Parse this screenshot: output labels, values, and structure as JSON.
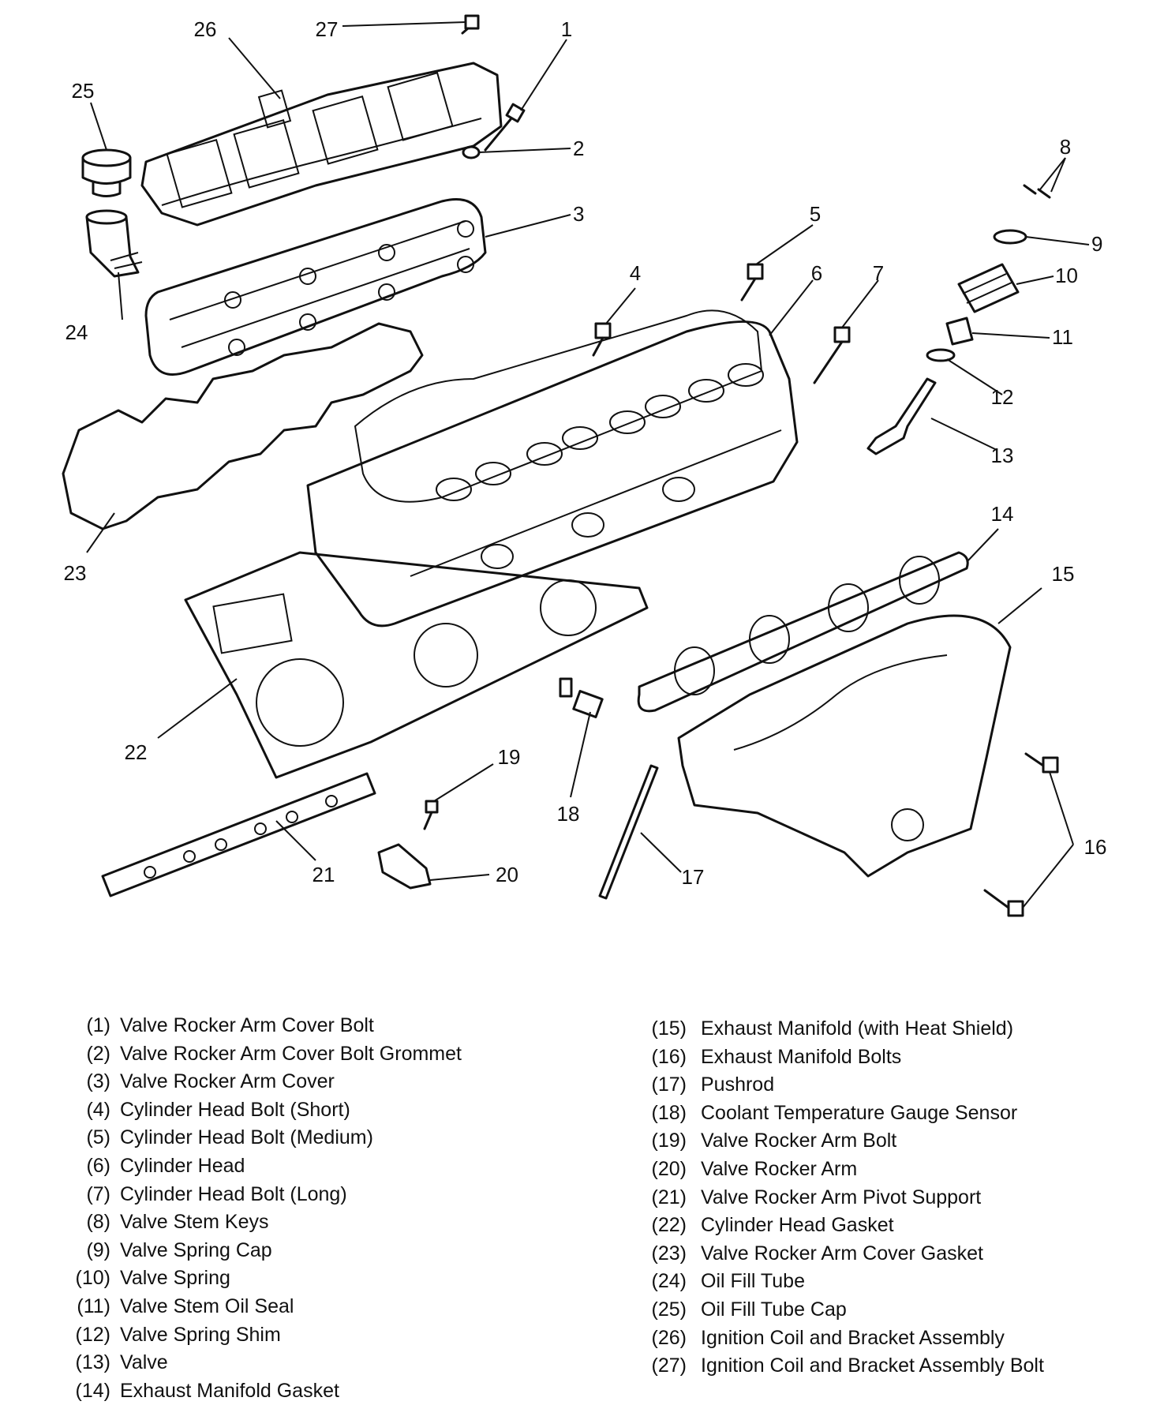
{
  "callouts": [
    {
      "n": "1"
    },
    {
      "n": "2"
    },
    {
      "n": "3"
    },
    {
      "n": "4"
    },
    {
      "n": "5"
    },
    {
      "n": "6"
    },
    {
      "n": "7"
    },
    {
      "n": "8"
    },
    {
      "n": "9"
    },
    {
      "n": "10"
    },
    {
      "n": "11"
    },
    {
      "n": "12"
    },
    {
      "n": "13"
    },
    {
      "n": "14"
    },
    {
      "n": "15"
    },
    {
      "n": "16"
    },
    {
      "n": "17"
    },
    {
      "n": "18"
    },
    {
      "n": "19"
    },
    {
      "n": "20"
    },
    {
      "n": "21"
    },
    {
      "n": "22"
    },
    {
      "n": "23"
    },
    {
      "n": "24"
    },
    {
      "n": "25"
    },
    {
      "n": "26"
    },
    {
      "n": "27"
    }
  ],
  "legend": [
    {
      "num": "(1)",
      "label": "Valve Rocker Arm Cover Bolt"
    },
    {
      "num": "(2)",
      "label": "Valve Rocker Arm Cover Bolt Grommet"
    },
    {
      "num": "(3)",
      "label": "Valve Rocker Arm Cover"
    },
    {
      "num": "(4)",
      "label": "Cylinder Head Bolt (Short)"
    },
    {
      "num": "(5)",
      "label": "Cylinder Head Bolt (Medium)"
    },
    {
      "num": "(6)",
      "label": "Cylinder Head"
    },
    {
      "num": "(7)",
      "label": "Cylinder Head Bolt (Long)"
    },
    {
      "num": "(8)",
      "label": "Valve Stem Keys"
    },
    {
      "num": "(9)",
      "label": "Valve Spring Cap"
    },
    {
      "num": "(10)",
      "label": "Valve Spring"
    },
    {
      "num": "(11)",
      "label": "Valve Stem Oil Seal"
    },
    {
      "num": "(12)",
      "label": "Valve Spring Shim"
    },
    {
      "num": "(13)",
      "label": "Valve"
    },
    {
      "num": "(14)",
      "label": "Exhaust Manifold Gasket"
    },
    {
      "num": "(15)",
      "label": "Exhaust Manifold (with Heat Shield)"
    },
    {
      "num": "(16)",
      "label": "Exhaust Manifold Bolts"
    },
    {
      "num": "(17)",
      "label": "Pushrod"
    },
    {
      "num": "(18)",
      "label": "Coolant Temperature Gauge Sensor"
    },
    {
      "num": "(19)",
      "label": "Valve Rocker Arm Bolt"
    },
    {
      "num": "(20)",
      "label": "Valve Rocker Arm"
    },
    {
      "num": "(21)",
      "label": "Valve Rocker Arm Pivot Support"
    },
    {
      "num": "(22)",
      "label": "Cylinder Head Gasket"
    },
    {
      "num": "(23)",
      "label": "Valve Rocker Arm Cover Gasket"
    },
    {
      "num": "(24)",
      "label": "Oil Fill Tube"
    },
    {
      "num": "(25)",
      "label": "Oil Fill Tube Cap"
    },
    {
      "num": "(26)",
      "label": "Ignition Coil and Bracket Assembly"
    },
    {
      "num": "(27)",
      "label": "Ignition Coil and Bracket Assembly Bolt"
    }
  ]
}
